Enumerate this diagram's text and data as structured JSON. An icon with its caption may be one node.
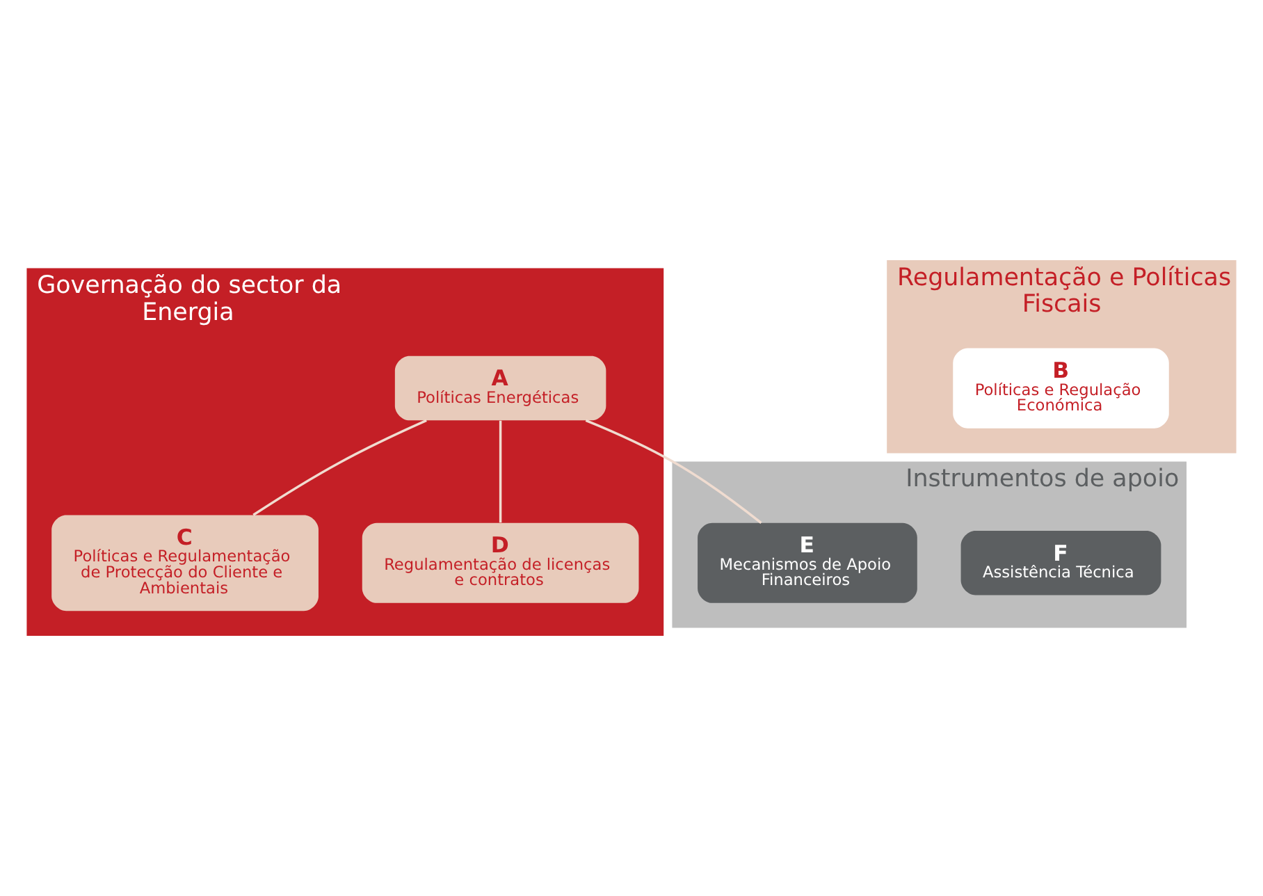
{
  "diagram": {
    "nodes": [
      {
        "text": [
          "Governação do sector da Energia"
        ]
      },
      {
        "text": [
          "A",
          "Políticas Energéticas"
        ],
        "in": 0
      },
      {
        "text": [
          "C",
          "Políticas e Regulamentação de Protecção do Cliente e Ambientais"
        ],
        "in": 0
      },
      {
        "text": [
          "D",
          "Regulamentação de licenças e contratos"
        ],
        "in": 0
      },
      {
        "text": [
          "Regulamentação e Políticas Fiscais"
        ]
      },
      {
        "text": [
          "B",
          "Políticas e Regulação Económica"
        ],
        "in": 4
      },
      {
        "text": [
          "Instrumentos de apoio"
        ]
      },
      {
        "text": [
          "E",
          "Mecanismos de Apoio Financeiros"
        ],
        "in": 6
      },
      {
        "text": [
          "F",
          "Assistência Técnica"
        ],
        "in": 6
      }
    ],
    "edges": [
      {
        "from": 1,
        "to": 2,
        "arrow": "none"
      },
      {
        "from": 1,
        "to": 3,
        "arrow": "none"
      },
      {
        "from": 1,
        "to": 7,
        "arrow": "none"
      }
    ]
  }
}
